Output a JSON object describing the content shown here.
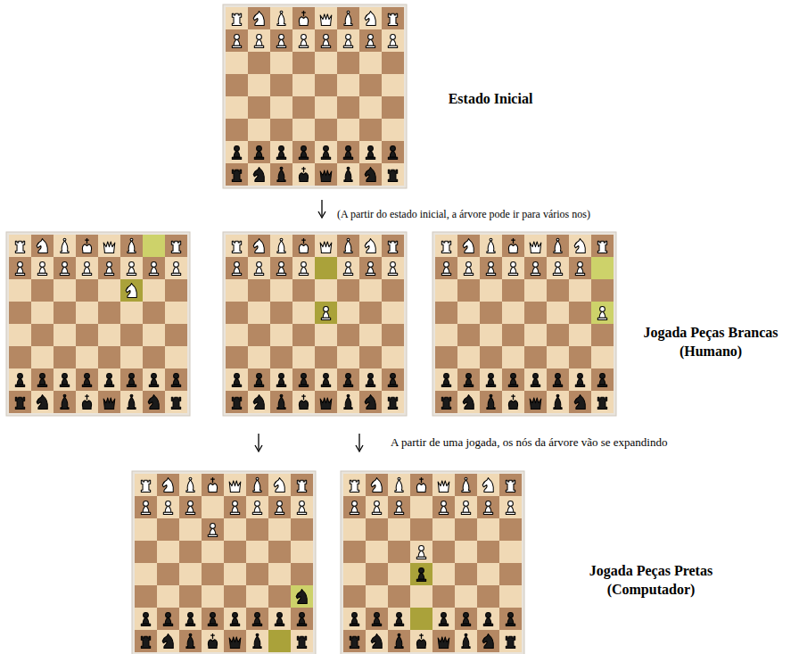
{
  "diagram": {
    "labels": [
      "Estado Inicial",
      "(A partir do estado inicial, a árvore pode ir para vários nos)",
      "Jogada Peças Brancas (Humano)",
      "A partir de uma jogada, os nós da árvore vão se expandindo",
      "Jogada Peças Pretas (Computador)"
    ]
  }
}
